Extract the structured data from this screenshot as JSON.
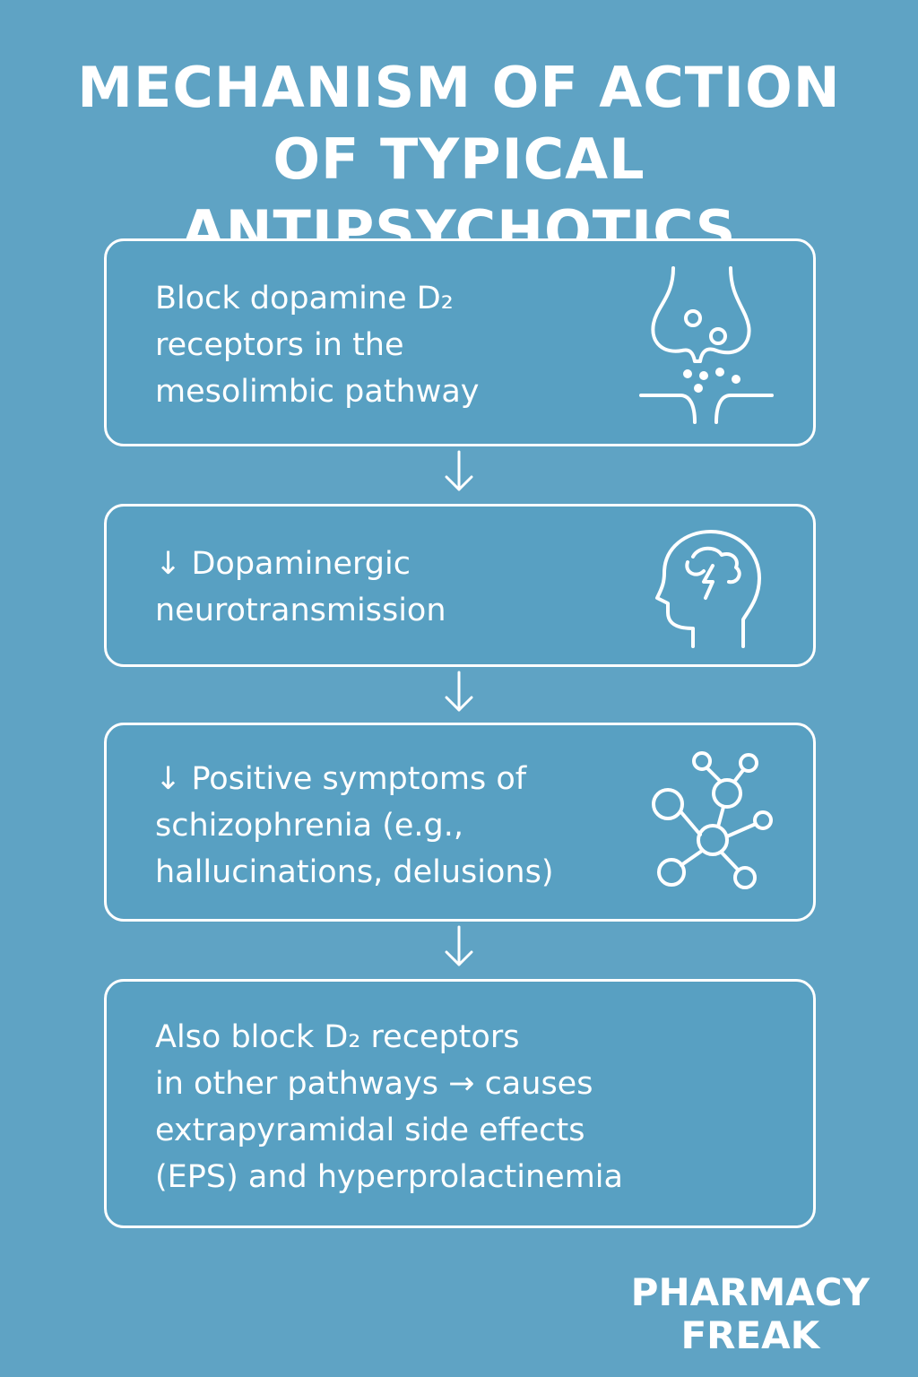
{
  "title": {
    "line1": "MECHANISM OF ACTION",
    "line2": "OF TYPICAL ANTIPSYCHOTICS"
  },
  "steps": [
    {
      "text": "Block dopamine D₂\nreceptors in the\nmesolimbic pathway",
      "icon": "synapse-icon"
    },
    {
      "text": "↓ Dopaminergic\nneurotransmission",
      "icon": "brain-head-icon"
    },
    {
      "text": "↓ Positive symptoms of\nschizophrenia (e.g.,\nhallucinations, delusions)",
      "icon": "network-icon"
    },
    {
      "text": "Also block D₂ receptors\nin other pathways → causes\nextrapyramidal side effects\n(EPS) and hyperprolactinemia",
      "icon": ""
    }
  ],
  "brand": {
    "line1": "PHARMACY",
    "line2": "FREAK"
  },
  "colors": {
    "background": "#5fa3c4",
    "foreground": "#ffffff"
  }
}
